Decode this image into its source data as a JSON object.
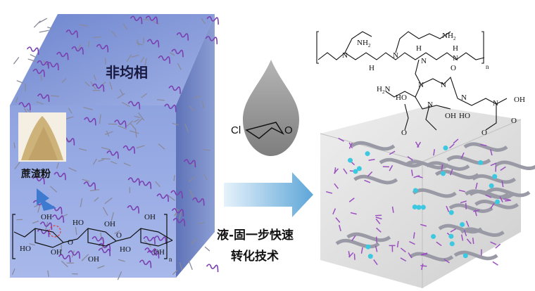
{
  "left_panel": {
    "title": "非均相",
    "powder_label": "蔗渣粉",
    "cellulose_labels": {
      "oh": "OH",
      "ho": "HO",
      "o": "O",
      "n": "n"
    }
  },
  "middle_panel": {
    "reagent_cl": "Cl",
    "reagent_o": "O",
    "process_line1": "液-固一步快速",
    "process_line2": "转化技术"
  },
  "right_panel": {
    "chem_labels": {
      "nh2": "NH",
      "nh2_sub": "2",
      "h2n": "H",
      "h2n_sub": "2",
      "n_atom": "N",
      "h": "H",
      "o": "O",
      "oh": "OH",
      "ho": "HO",
      "n_repeat": "n"
    }
  },
  "colors": {
    "cube_blue": "#7f95d6",
    "squiggle": "#7a3fb0",
    "arrow": "#7fb8e0",
    "grey_cube": "#d8d8d8",
    "drop": "#8a8a8a"
  }
}
